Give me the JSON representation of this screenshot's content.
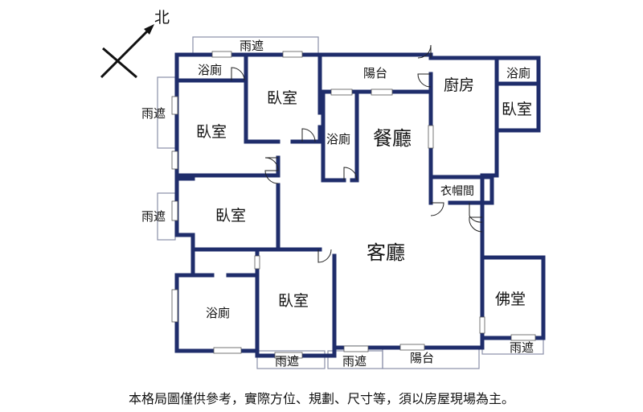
{
  "compass": {
    "label": "北"
  },
  "rooms": {
    "bath_top_left": "浴廁",
    "bed_top_left": "臥室",
    "bed_top_mid": "臥室",
    "balcony_top": "陽台",
    "kitchen": "廚房",
    "bath_top_right": "浴廁",
    "bed_top_right": "臥室",
    "bath_center": "浴廁",
    "dining": "餐廳",
    "closet": "衣帽間",
    "bed_mid_left": "臥室",
    "living": "客廳",
    "bath_bottom_left": "浴廁",
    "bed_bottom": "臥室",
    "shrine": "佛堂",
    "balcony_bottom": "陽台"
  },
  "canopies": {
    "top": "雨遮",
    "left_upper": "雨遮",
    "left_lower": "雨遮",
    "bottom_left": "雨遮",
    "bottom_mid": "雨遮",
    "bottom_right": "雨遮"
  },
  "footer": {
    "disclaimer": "本格局圖僅供參考，實際方位、規劃、尺寸等，須以房屋現場為主。"
  }
}
